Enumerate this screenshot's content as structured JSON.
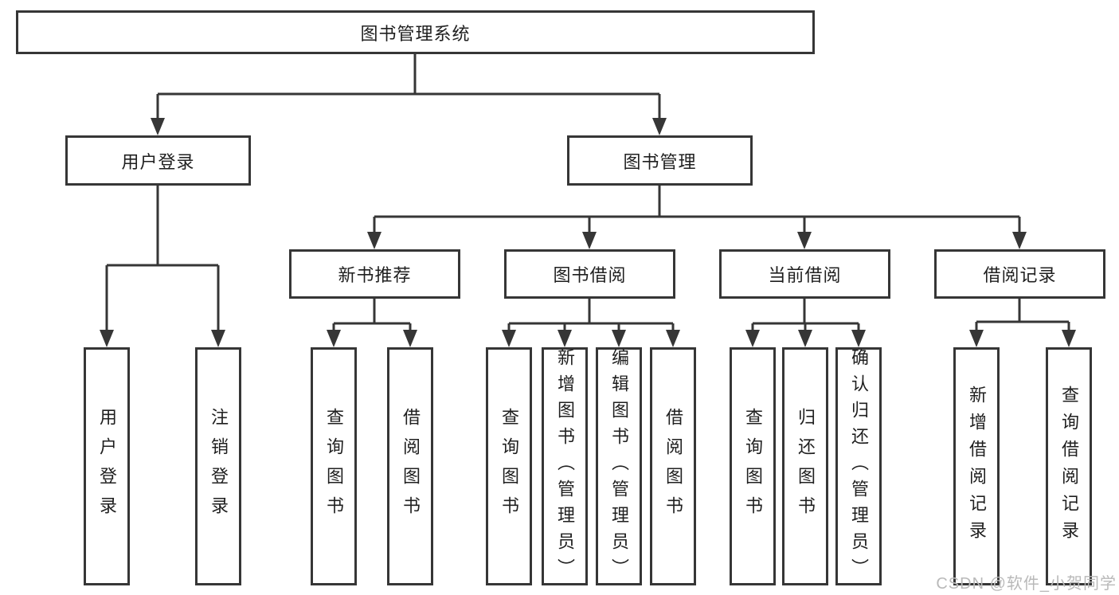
{
  "diagram": {
    "root": {
      "label": "图书管理系统"
    },
    "user_login": {
      "label": "用户登录",
      "children": [
        {
          "label": "用户登录"
        },
        {
          "label": "注销登录"
        }
      ]
    },
    "book_mgmt": {
      "label": "图书管理",
      "sections": [
        {
          "label": "新书推荐",
          "children": [
            {
              "label": "查询图书"
            },
            {
              "label": "借阅图书"
            }
          ]
        },
        {
          "label": "图书借阅",
          "children": [
            {
              "label": "查询图书"
            },
            {
              "label": "新增图书（管理员）"
            },
            {
              "label": "编辑图书（管理员）"
            },
            {
              "label": "借阅图书"
            }
          ]
        },
        {
          "label": "当前借阅",
          "children": [
            {
              "label": "查询图书"
            },
            {
              "label": "归还图书"
            },
            {
              "label": "确认归还（管理员）"
            }
          ]
        },
        {
          "label": "借阅记录",
          "children": [
            {
              "label": "新增借阅记录"
            },
            {
              "label": "查询借阅记录"
            }
          ]
        }
      ]
    },
    "watermark": "CSDN @软件_小贺同学",
    "colors": {
      "line": "#363636",
      "box_border": "#363636",
      "text": "#1f1f1f",
      "watermark": "#b9b9b9",
      "background": "#ffffff"
    }
  }
}
